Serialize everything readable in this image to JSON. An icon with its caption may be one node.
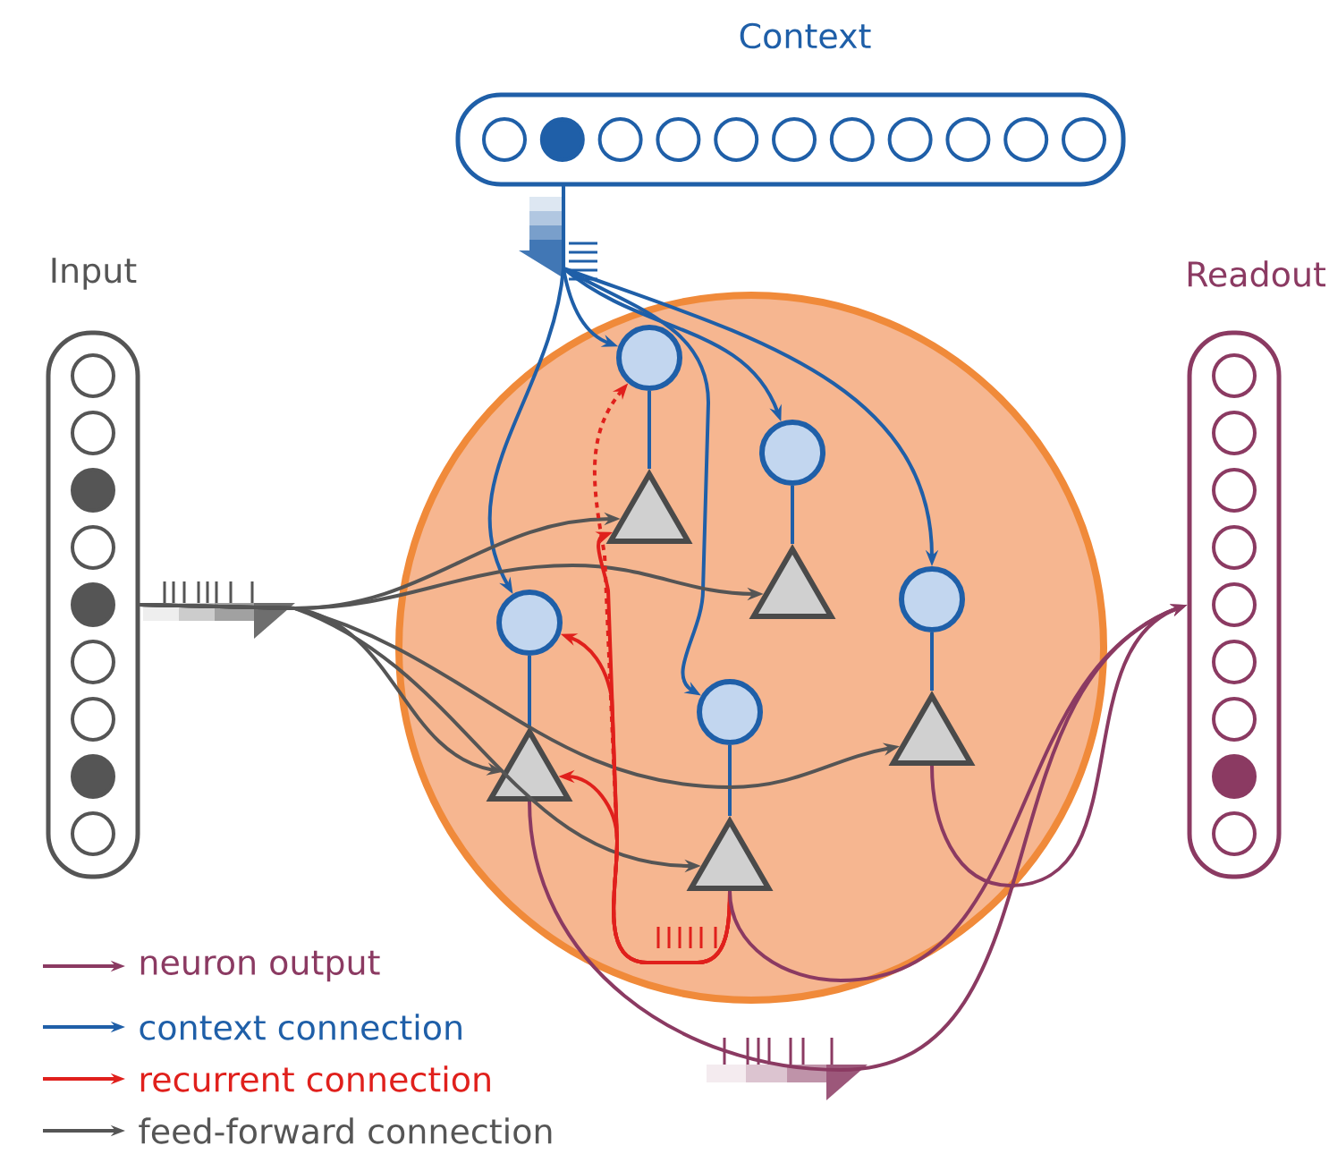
{
  "diagram": {
    "nodes": [
      {
        "text": [
          "Context"
        ]
      },
      {
        "text": [
          "Input"
        ]
      },
      {
        "text": [
          "Readout"
        ]
      },
      {
        "text": [],
        "shape": "circle"
      },
      {
        "text": [],
        "shape": "circle",
        "in": 3
      },
      {
        "text": [],
        "shape": "circle",
        "in": 3
      },
      {
        "text": [],
        "shape": "triangle",
        "in": 3
      },
      {
        "text": [],
        "shape": "triangle",
        "in": 3
      },
      {
        "text": [],
        "shape": "circle",
        "in": 3
      },
      {
        "text": [],
        "shape": "circle",
        "in": 3
      },
      {
        "text": [],
        "shape": "circle",
        "in": 3
      },
      {
        "text": [],
        "shape": "triangle",
        "in": 3
      },
      {
        "text": [],
        "shape": "triangle",
        "in": 3
      },
      {
        "text": [],
        "shape": "triangle",
        "in": 3
      }
    ],
    "edges": [
      {
        "from": 0,
        "to": 4,
        "arrow": "to"
      },
      {
        "from": 0,
        "to": 5,
        "arrow": "to"
      },
      {
        "from": 0,
        "to": 8,
        "arrow": "to"
      },
      {
        "from": 0,
        "to": 9,
        "arrow": "to"
      },
      {
        "from": 0,
        "to": 10,
        "arrow": "to"
      },
      {
        "from": 4,
        "to": 6,
        "arrow": "none"
      },
      {
        "from": 5,
        "to": 7,
        "arrow": "none"
      },
      {
        "from": 8,
        "to": 11,
        "arrow": "none"
      },
      {
        "from": 9,
        "to": 12,
        "arrow": "none"
      },
      {
        "from": 10,
        "to": 13,
        "arrow": "none"
      },
      {
        "from": 1,
        "to": 6,
        "arrow": "to",
        "color": "#555555"
      },
      {
        "from": 1,
        "to": 7,
        "arrow": "to",
        "color": "#555555"
      },
      {
        "from": 1,
        "to": 12,
        "arrow": "to",
        "color": "#555555"
      },
      {
        "from": 1,
        "to": 13,
        "arrow": "to",
        "color": "#555555"
      },
      {
        "from": 1,
        "to": 11,
        "arrow": "to",
        "color": "#555555"
      },
      {
        "from": 13,
        "to": 4,
        "arrow": "to",
        "style": "dashed",
        "color": "#e0201c"
      },
      {
        "from": 13,
        "to": 6,
        "arrow": "to",
        "color": "#e0201c"
      },
      {
        "from": 13,
        "to": 9,
        "arrow": "to",
        "color": "#e0201c"
      },
      {
        "from": 13,
        "to": 12,
        "arrow": "to",
        "color": "#e0201c"
      },
      {
        "from": 12,
        "to": 2,
        "arrow": "to",
        "color": "#8b3a62"
      },
      {
        "from": 13,
        "to": 2,
        "arrow": "to",
        "color": "#8b3a62"
      },
      {
        "from": 11,
        "to": 2,
        "arrow": "to",
        "color": "#8b3a62"
      }
    ],
    "legend": [
      {
        "text": "neuron output"
      },
      {
        "text": "context connection"
      },
      {
        "text": "recurrent connection"
      },
      {
        "text": "feed-forward connection"
      }
    ]
  }
}
